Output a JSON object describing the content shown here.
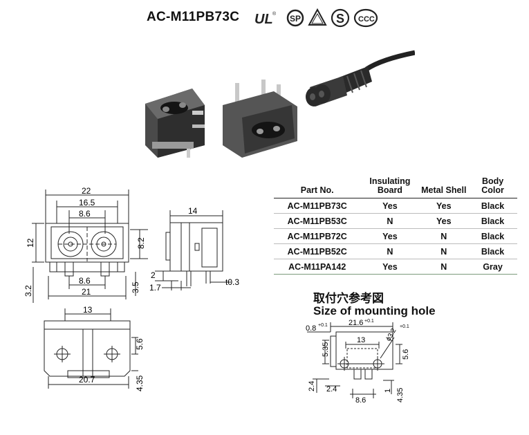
{
  "header": {
    "model": "AC-M11PB73C",
    "certifications": [
      "ul-mark-icon",
      "csa-mark-icon",
      "pse-mark-icon",
      "s-mark-icon",
      "ccc-mark-icon"
    ]
  },
  "spec_table": {
    "columns": [
      "Part No.",
      "Insulating Board",
      "Metal Shell",
      "Body Color"
    ],
    "rows": [
      [
        "AC-M11PB73C",
        "Yes",
        "Yes",
        "Black"
      ],
      [
        "AC-M11PB53C",
        "N",
        "Yes",
        "Black"
      ],
      [
        "AC-M11PB72C",
        "Yes",
        "N",
        "Black"
      ],
      [
        "AC-M11PB52C",
        "N",
        "N",
        "Black"
      ],
      [
        "AC-M11PA142",
        "Yes",
        "N",
        "Gray"
      ]
    ]
  },
  "front_view": {
    "d22": "22",
    "d16_5": "16.5",
    "d8_6": "8.6",
    "d12": "12",
    "d8_2": "8.2",
    "d8_6b": "8.6",
    "d21": "21",
    "d3_2": "3.2",
    "d3_5": "3.5"
  },
  "side_view": {
    "d14": "14",
    "d2": "2",
    "d1_7": "1.7",
    "t0_3": "t0.3"
  },
  "bottom_view": {
    "d13": "13",
    "d20_7": "20.7",
    "d5_6": "5.6",
    "d4_35": "4.35"
  },
  "mounting_hole": {
    "title_cn": "取付穴参考図",
    "title_en": "Size of mounting hole",
    "d21_6": "21.6",
    "tol_21_6": "+0.1",
    "d0_8": "0.8",
    "tol_0_8": "+0.1",
    "d13": "13",
    "d5_35": "5.35",
    "phi": "ϕ3.2",
    "tol_phi": "+0.1",
    "d5_6": "5.6",
    "d2_4a": "2.4",
    "d2_4b": "2.4",
    "d8_6": "8.6",
    "d1": "1",
    "d4_35": "4.35"
  }
}
